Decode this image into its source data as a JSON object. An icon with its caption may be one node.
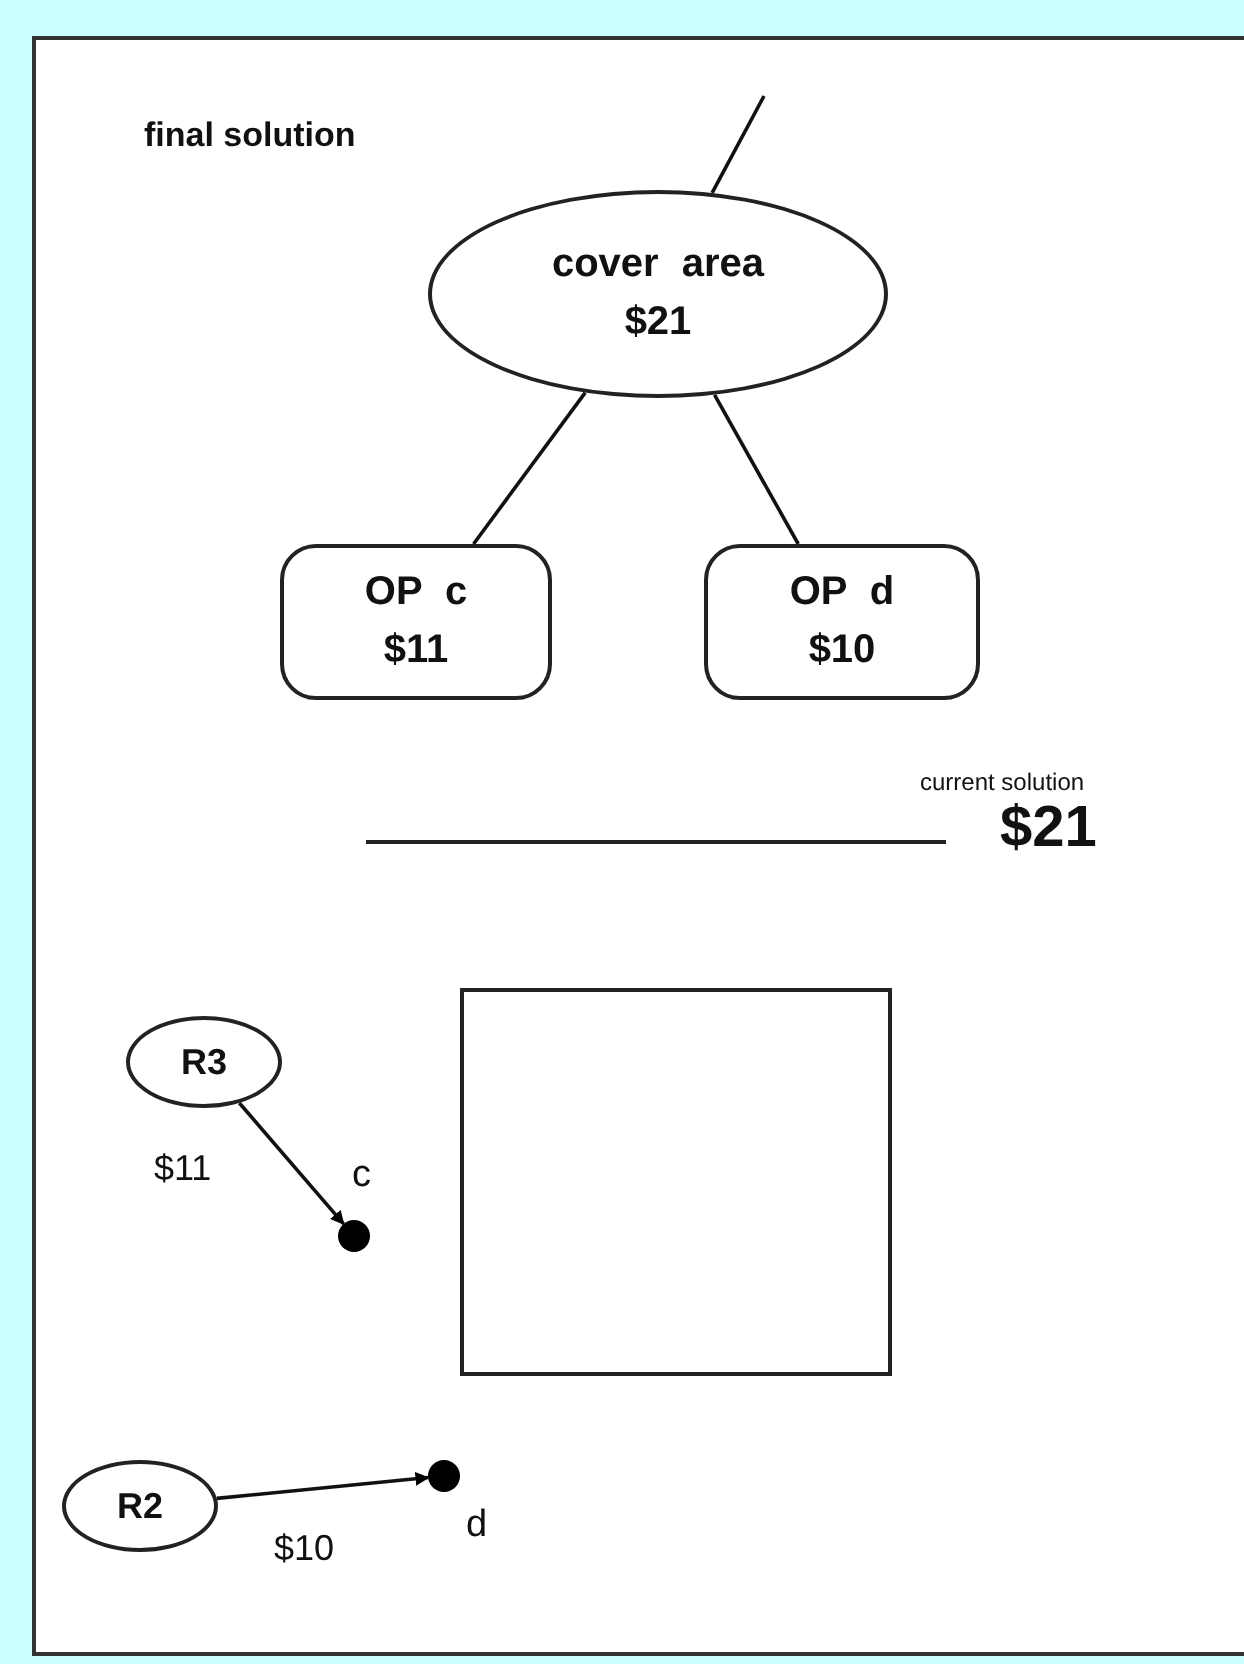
{
  "diagram": {
    "nodes": [
      {
        "text": [
          "cover area",
          "$21"
        ]
      },
      {
        "text": [
          "OP c",
          "$11"
        ]
      },
      {
        "text": [
          "OP d",
          "$10"
        ]
      },
      {
        "text": [
          "R3"
        ]
      },
      {
        "text": [],
        "shape": "circle",
        "beside": [
          "c"
        ]
      },
      {
        "text": [
          "R2"
        ]
      },
      {
        "text": [],
        "shape": "circle",
        "beside": [
          "d"
        ]
      },
      {
        "text": [],
        "shape": "box"
      }
    ],
    "edges": [
      {
        "from": null,
        "to": 0,
        "arrow": "none"
      },
      {
        "from": 0,
        "to": 1,
        "arrow": "none"
      },
      {
        "from": 0,
        "to": 2,
        "arrow": "none"
      },
      {
        "from": 3,
        "to": 4,
        "arrow": "to",
        "label": "$11"
      },
      {
        "from": 5,
        "to": 6,
        "arrow": "to",
        "label": "$10"
      }
    ],
    "labels": [
      "final solution",
      "current solution",
      "$21"
    ]
  }
}
